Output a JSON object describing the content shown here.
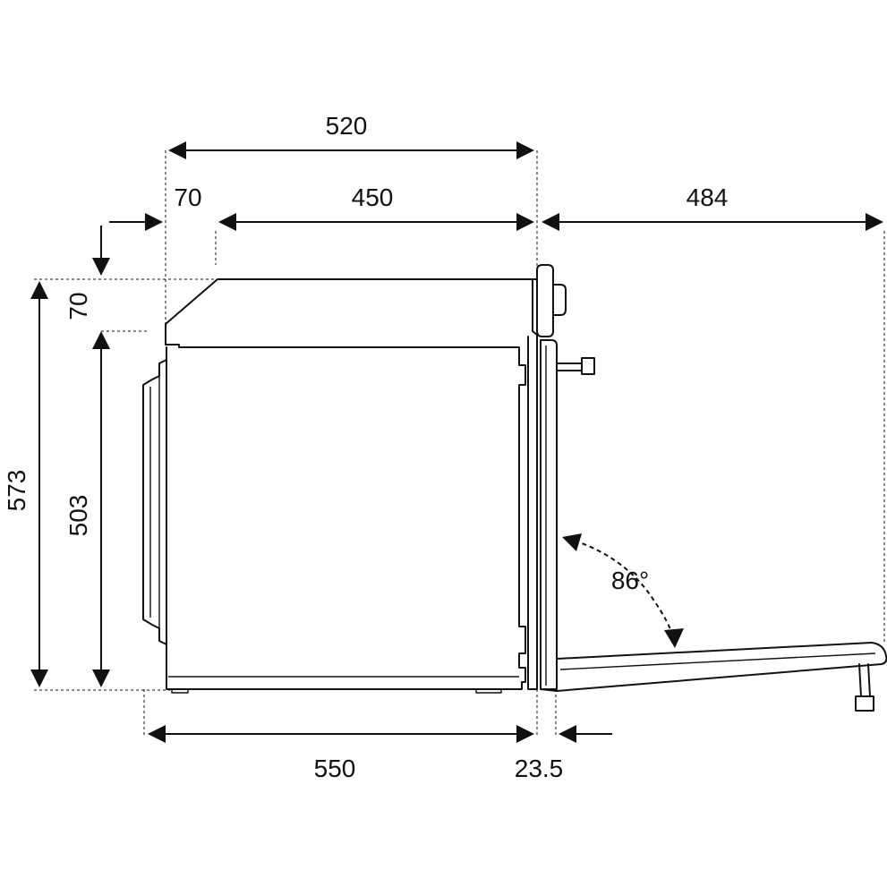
{
  "dimensions": {
    "total_depth": "520",
    "front_recess": "70",
    "body_depth": "450",
    "door_open_extent": "484",
    "top_offset": "70",
    "total_height": "573",
    "inner_height": "503",
    "niche_depth": "550",
    "door_thickness": "23.5",
    "door_angle": "86°"
  },
  "colors": {
    "ink": "#111111",
    "background": "#ffffff"
  }
}
